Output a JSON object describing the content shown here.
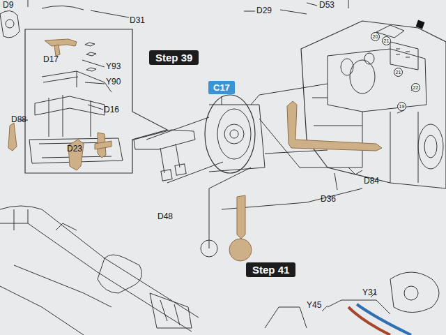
{
  "diagram": {
    "nodes": [
      {
        "text": [
          "Step 39"
        ]
      },
      {
        "text": [
          "C17"
        ]
      },
      {
        "text": [
          "20"
        ]
      },
      {
        "text": [
          "21"
        ]
      },
      {
        "text": [
          "21"
        ]
      },
      {
        "text": [
          "22"
        ]
      },
      {
        "text": [
          "19"
        ]
      },
      {
        "text": [
          "Step 41"
        ]
      }
    ],
    "labels": [
      "D9",
      "D31",
      "D29",
      "D53",
      "D17",
      "Y93",
      "Y90",
      "D16",
      "D88",
      "D23",
      "D84",
      "D36",
      "D48",
      "Y45",
      "Y31"
    ]
  }
}
